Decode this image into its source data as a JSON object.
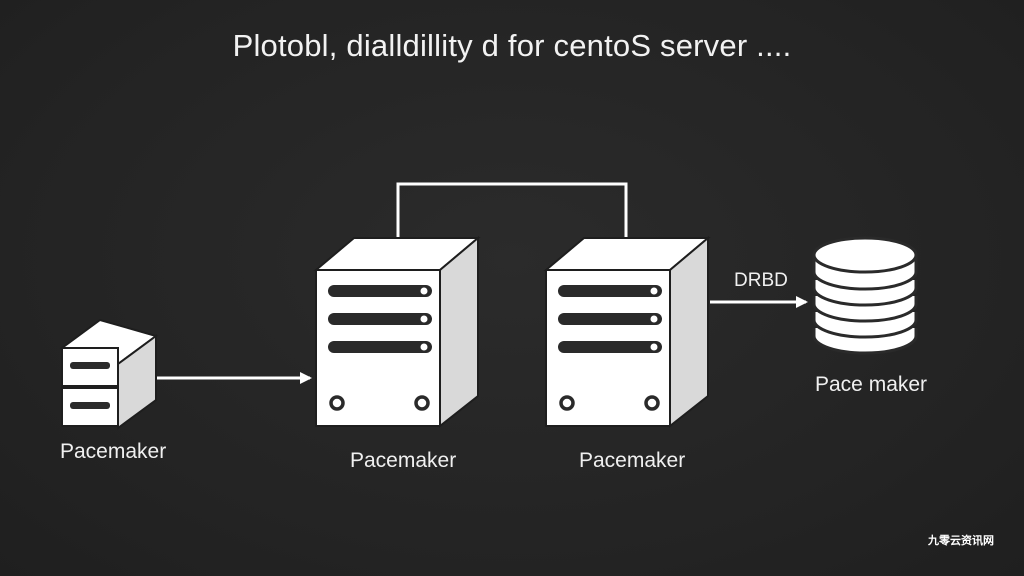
{
  "title": "Plotobl, dialldillity d for centoS server ....",
  "nodes": {
    "small_server": {
      "label": "Pacemaker",
      "icon": "small-server-icon"
    },
    "server_left": {
      "label": "Pacemaker",
      "icon": "rack-server-icon"
    },
    "server_right": {
      "label": "Pacemaker",
      "icon": "rack-server-icon"
    },
    "storage": {
      "label": "Pace maker",
      "icon": "database-icon"
    }
  },
  "edges": {
    "drbd_label": "DRBD"
  },
  "watermark": "九零云资讯网",
  "colors": {
    "background": "#262626",
    "foreground": "#f2f2f2",
    "icon_fill": "#ffffff",
    "icon_detail": "#2a2a2a"
  }
}
